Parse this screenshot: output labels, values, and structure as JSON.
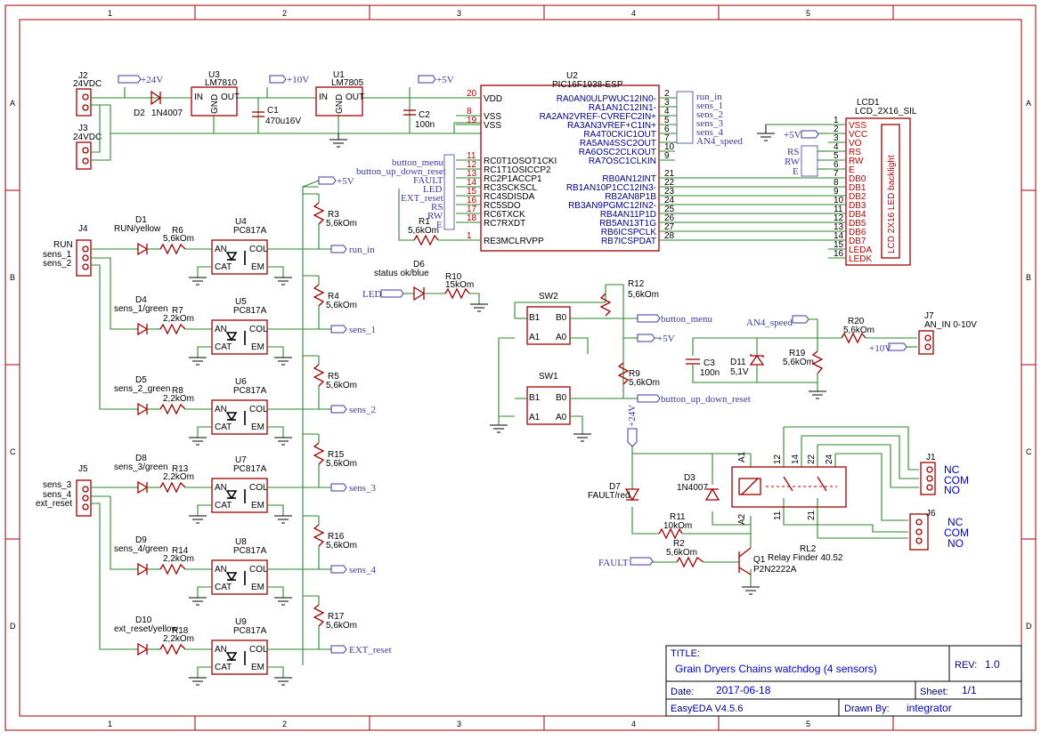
{
  "border": {
    "col_labels": [
      "1",
      "2",
      "3",
      "4",
      "5"
    ],
    "row_labels": [
      "A",
      "B",
      "C",
      "D"
    ]
  },
  "power": {
    "j2": {
      "ref": "J2",
      "value": "24VDC"
    },
    "j3": {
      "ref": "J3",
      "value": "24VDC"
    },
    "d2": {
      "ref": "D2",
      "value": "1N4007"
    },
    "u3": {
      "ref": "U3",
      "value": "LM7810",
      "in": "IN",
      "gnd": "GND",
      "out": "OUT"
    },
    "c1": {
      "ref": "C1",
      "value": "470u16V"
    },
    "u1": {
      "ref": "U1",
      "value": "LM7805",
      "in": "IN",
      "gnd": "GND",
      "out": "OUT"
    },
    "c2": {
      "ref": "C2",
      "value": "100n"
    },
    "flag_24v": "+24V",
    "flag_10v": "+10V",
    "flag_5v": "+5V"
  },
  "mcu": {
    "ref": "U2",
    "value": "PIC16F1938-ESP",
    "left_pins": [
      {
        "num": "20",
        "name": "VDD"
      },
      {
        "num": "8",
        "name": "VSS"
      },
      {
        "num": "19",
        "name": "VSS"
      },
      {
        "num": "11",
        "name": "RC0T1OSOT1CKI"
      },
      {
        "num": "12",
        "name": "RC1T1OSICCP2"
      },
      {
        "num": "13",
        "name": "RC2P1ACCP1"
      },
      {
        "num": "14",
        "name": "RC3SCKSCL"
      },
      {
        "num": "15",
        "name": "RC4SDISDA"
      },
      {
        "num": "16",
        "name": "RC5SDO"
      },
      {
        "num": "17",
        "name": "RC6TXCK"
      },
      {
        "num": "18",
        "name": "RC7RXDT"
      },
      {
        "num": "1",
        "name": "RE3MCLRVPP"
      }
    ],
    "right_pins": [
      {
        "num": "2",
        "name": "RA0AN0ULPWUC12IN0-"
      },
      {
        "num": "3",
        "name": "RA1AN1C12IN1-"
      },
      {
        "num": "4",
        "name": "RA2AN2VREF-CVREFC2IN+"
      },
      {
        "num": "5",
        "name": "RA3AN3VREF+C1IN+"
      },
      {
        "num": "6",
        "name": "RA4T0CKIC1OUT"
      },
      {
        "num": "7",
        "name": "RA5AN4SSC2OUT"
      },
      {
        "num": "10",
        "name": "RA6OSC2CLKOUT"
      },
      {
        "num": "9",
        "name": "RA7OSC1CLKIN"
      },
      {
        "num": "21",
        "name": "RB0AN12INT"
      },
      {
        "num": "22",
        "name": "RB1AN10P1CC12IN3-"
      },
      {
        "num": "23",
        "name": "RB2AN8P1B"
      },
      {
        "num": "24",
        "name": "RB3AN9PGMC12IN2-"
      },
      {
        "num": "25",
        "name": "RB4AN11P1D"
      },
      {
        "num": "26",
        "name": "RB5AN13T1G"
      },
      {
        "num": "27",
        "name": "RB6ICSPCLK"
      },
      {
        "num": "28",
        "name": "RB7ICSPDAT"
      }
    ],
    "left_nets": [
      "button_menu",
      "button_up_down_reset",
      "FAULT",
      "LED",
      "EXT_reset",
      "RS",
      "RW",
      "E"
    ],
    "right_nets": [
      "run_in",
      "sens_1",
      "sens_2",
      "sens_3",
      "sens_4",
      "AN4_speed"
    ],
    "r1": {
      "ref": "R1",
      "value": "5,6kOm"
    }
  },
  "lcd": {
    "ref": "LCD1",
    "value": "LCD_2X16_SIL",
    "screen": "LCD 2X16 LED backlight",
    "pins": [
      {
        "num": "1",
        "name": "VSS"
      },
      {
        "num": "2",
        "name": "VCC"
      },
      {
        "num": "3",
        "name": "VO"
      },
      {
        "num": "4",
        "name": "RS"
      },
      {
        "num": "5",
        "name": "RW"
      },
      {
        "num": "6",
        "name": "E"
      },
      {
        "num": "7",
        "name": "DB0"
      },
      {
        "num": "8",
        "name": "DB1"
      },
      {
        "num": "9",
        "name": "DB2"
      },
      {
        "num": "10",
        "name": "DB3"
      },
      {
        "num": "11",
        "name": "DB4"
      },
      {
        "num": "12",
        "name": "DB5"
      },
      {
        "num": "13",
        "name": "DB6"
      },
      {
        "num": "14",
        "name": "DB7"
      },
      {
        "num": "15",
        "name": "LEDA"
      },
      {
        "num": "16",
        "name": "LEDK"
      }
    ],
    "nets": [
      "+5V",
      "RS",
      "RW",
      "E"
    ]
  },
  "inputs": {
    "j4": {
      "ref": "J4",
      "labels": [
        "RUN",
        "sens_1",
        "sens_2"
      ]
    },
    "j5": {
      "ref": "J5",
      "labels": [
        "sens_3",
        "sens_4",
        "ext_reset"
      ]
    },
    "vflag": "+5V",
    "channels": [
      {
        "led": "D1",
        "led_val": "RUN/yellow",
        "r": "R6",
        "r_val": "5,6kOm",
        "u": "U4",
        "u_val": "PC817A",
        "pr": "R3",
        "pr_val": "5,6kOm",
        "net": "run_in"
      },
      {
        "led": "D4",
        "led_val": "sens_1/green",
        "r": "R7",
        "r_val": "2,2kOm",
        "u": "U5",
        "u_val": "PC817A",
        "pr": "R4",
        "pr_val": "5,6kOm",
        "net": "sens_1"
      },
      {
        "led": "D5",
        "led_val": "sens_2_green",
        "r": "R8",
        "r_val": "2,2kOm",
        "u": "U6",
        "u_val": "PC817A",
        "pr": "R5",
        "pr_val": "5,6kOm",
        "net": "sens_2"
      },
      {
        "led": "D8",
        "led_val": "sens_3/green",
        "r": "R13",
        "r_val": "2,2kOm",
        "u": "U7",
        "u_val": "PC817A",
        "pr": "R15",
        "pr_val": "5,6kOm",
        "net": "sens_3"
      },
      {
        "led": "D9",
        "led_val": "sens_4/green",
        "r": "R14",
        "r_val": "2,2kOm",
        "u": "U8",
        "u_val": "PC817A",
        "pr": "R16",
        "pr_val": "5,6kOm",
        "net": "sens_4"
      },
      {
        "led": "D10",
        "led_val": "ext_reset/yellow",
        "r": "R18",
        "r_val": "2,2kOm",
        "u": "U9",
        "u_val": "PC817A",
        "pr": "R17",
        "pr_val": "5,6kOm",
        "net": "EXT_reset"
      }
    ],
    "opto_pins": {
      "an": "AN",
      "cat": "CAT",
      "col": "COL",
      "em": "EM"
    }
  },
  "status_led": {
    "net": "LED",
    "ref": "D6",
    "value": "status ok/blue",
    "r": "R10",
    "r_val": "15kOm"
  },
  "buttons": {
    "sw2": "SW2",
    "sw1": "SW1",
    "r12": {
      "ref": "R12",
      "value": "5,6kOm"
    },
    "r9": {
      "ref": "R9",
      "value": "5,6kOm"
    },
    "net_menu": "button_menu",
    "net_updown": "button_up_down_reset",
    "flag_5v": "+5V",
    "sw_pins": {
      "b1": "B1",
      "b0": "B0",
      "a1": "A1",
      "a0": "A0"
    }
  },
  "analog": {
    "net": "AN4_speed",
    "r20": {
      "ref": "R20",
      "value": "5,6kOm"
    },
    "r19": {
      "ref": "R19",
      "value": "5,6kOm"
    },
    "c3": {
      "ref": "C3",
      "value": "100n"
    },
    "d11": {
      "ref": "D11",
      "value": "5,1V"
    },
    "j7": {
      "ref": "J7",
      "value": "AN_IN 0-10V"
    },
    "flag_10v": "+10V"
  },
  "relay": {
    "flag_24v": "+24V",
    "d7": {
      "ref": "D7",
      "value": "FAULT/red"
    },
    "d3": {
      "ref": "D3",
      "value": "1N4007"
    },
    "r11": {
      "ref": "R11",
      "value": "10kOm"
    },
    "r2": {
      "ref": "R2",
      "value": "5,6kOm"
    },
    "q1": {
      "ref": "Q1",
      "value": "P2N2222A"
    },
    "fault_net": "FAULT",
    "rl2": {
      "ref": "RL2",
      "value": "Relay Finder 40.52"
    },
    "pins": [
      "A1",
      "A2",
      "12",
      "14",
      "22",
      "24",
      "11",
      "21"
    ],
    "j1": {
      "ref": "J1",
      "labels": [
        "NC",
        "COM",
        "NO"
      ]
    },
    "j6": {
      "ref": "J6",
      "labels": [
        "NC",
        "COM",
        "NO"
      ]
    }
  },
  "title_block": {
    "title_label": "TITLE:",
    "title": "Grain Dryers Chains watchdog (4 sensors)",
    "rev_label": "REV:",
    "rev": "1.0",
    "date_label": "Date:",
    "date": "2017-06-18",
    "sheet_label": "Sheet:",
    "sheet": "1/1",
    "tool": "EasyEDA V4.5.6",
    "drawn_label": "Drawn By:",
    "drawn": "integrator"
  },
  "colors": {
    "wire": "#2a8a2a",
    "part": "#a00000",
    "netlabel": "#3a3aa0",
    "text": "#00008b",
    "frame": "#a00000"
  }
}
